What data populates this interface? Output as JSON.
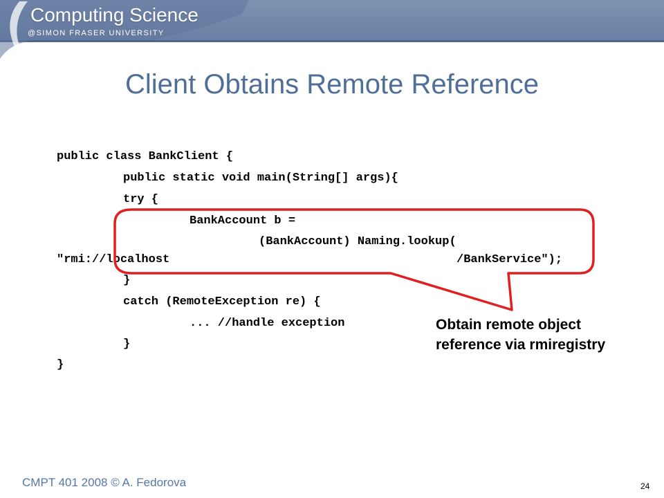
{
  "header": {
    "brand_title": "Computing Science",
    "brand_subtitle": "@SIMON FRASER UNIVERSITY"
  },
  "slide": {
    "title": "Client Obtains Remote Reference",
    "code_lines": [
      "public class BankClient {",
      "public static void main(String[] args){",
      "try {",
      "BankAccount b =",
      "(BankAccount) Naming.lookup(",
      "\"rmi://localhost",
      "/BankService\");",
      "}",
      "catch (RemoteException re) {",
      "... //handle exception",
      "}",
      "}"
    ],
    "callout_text": "Obtain remote object reference via rmiregistry"
  },
  "footer": {
    "course": "CMPT 401 2008 © A. Fedorova",
    "page_number": "24"
  },
  "colors": {
    "header_band": "#6f84a8",
    "title": "#4f6e98",
    "callout_border": "#e02020",
    "footer_text": "#5577a8"
  }
}
